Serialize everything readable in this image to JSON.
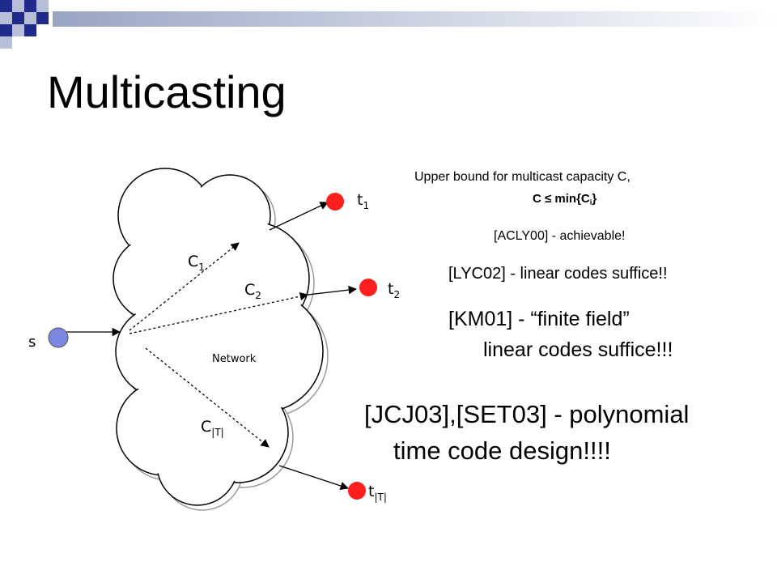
{
  "slide": {
    "title": "Multicasting",
    "accent_colors": {
      "dark": "#1f2a8a",
      "light": "#b7bfd6",
      "bar_start": "#aab4cf"
    }
  },
  "diagram": {
    "source_label": "s",
    "network_label": "Network",
    "capacities": [
      {
        "base": "C",
        "sub": "1"
      },
      {
        "base": "C",
        "sub": "2"
      },
      {
        "base": "C",
        "sub": "|T|"
      }
    ],
    "sinks": [
      {
        "base": "t",
        "sub": "1"
      },
      {
        "base": "t",
        "sub": "2"
      },
      {
        "base": "t",
        "sub": "|T|"
      }
    ],
    "source_color": "#7b86e0",
    "sink_color": "#ff1f1f"
  },
  "notes": {
    "upper_bound": "Upper bound for multicast capacity C,",
    "c_min_prefix": "C ≤ min{C",
    "c_min_sub": "i",
    "c_min_suffix": "}",
    "acly": "[ACLY00] - achievable!",
    "lyc": "[LYC02] - linear codes suffice!!",
    "km_line1": "[KM01] - “finite field”",
    "km_line2": "linear codes suffice!!!",
    "jcj_line1": "[JCJ03],[SET03] - polynomial",
    "jcj_line2": "time code design!!!!"
  }
}
